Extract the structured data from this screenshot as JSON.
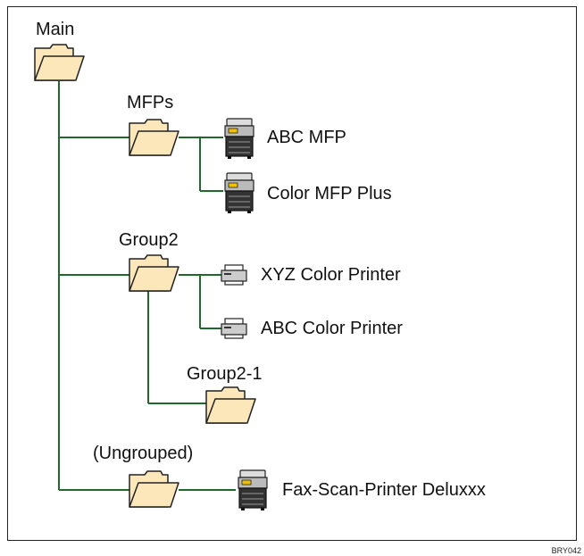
{
  "tree": {
    "main": "Main",
    "mfps": {
      "label": "MFPs",
      "devices": [
        "ABC MFP",
        "Color MFP Plus"
      ]
    },
    "group2": {
      "label": "Group2",
      "devices": [
        "XYZ Color Printer",
        "ABC Color Printer"
      ],
      "subgroup": "Group2-1"
    },
    "ungrouped": {
      "label": "(Ungrouped)",
      "devices": [
        "Fax-Scan-Printer Deluxxx"
      ]
    }
  },
  "figure_code": "BRY042",
  "colors": {
    "connector": "#1f6a2a",
    "folder_fill": "#fbe7b9",
    "folder_stroke": "#222222"
  },
  "icons": {
    "folder": "folder-icon",
    "mfp": "multifunction-printer-icon",
    "printer": "printer-icon"
  }
}
